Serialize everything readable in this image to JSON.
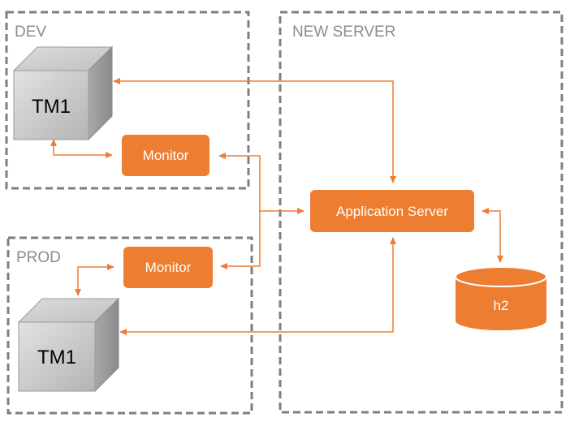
{
  "zones": {
    "dev": "DEV",
    "prod": "PROD",
    "new_server": "NEW SERVER"
  },
  "nodes": {
    "dev_tm1": "TM1",
    "prod_tm1": "TM1",
    "dev_monitor": "Monitor",
    "prod_monitor": "Monitor",
    "app_server": "Application Server",
    "database": "h2"
  },
  "colors": {
    "accent": "#ed7d31",
    "zone_border": "#7f7f7f",
    "zone_label": "#8c8c8c",
    "cube_front": "#c8c8c8"
  }
}
